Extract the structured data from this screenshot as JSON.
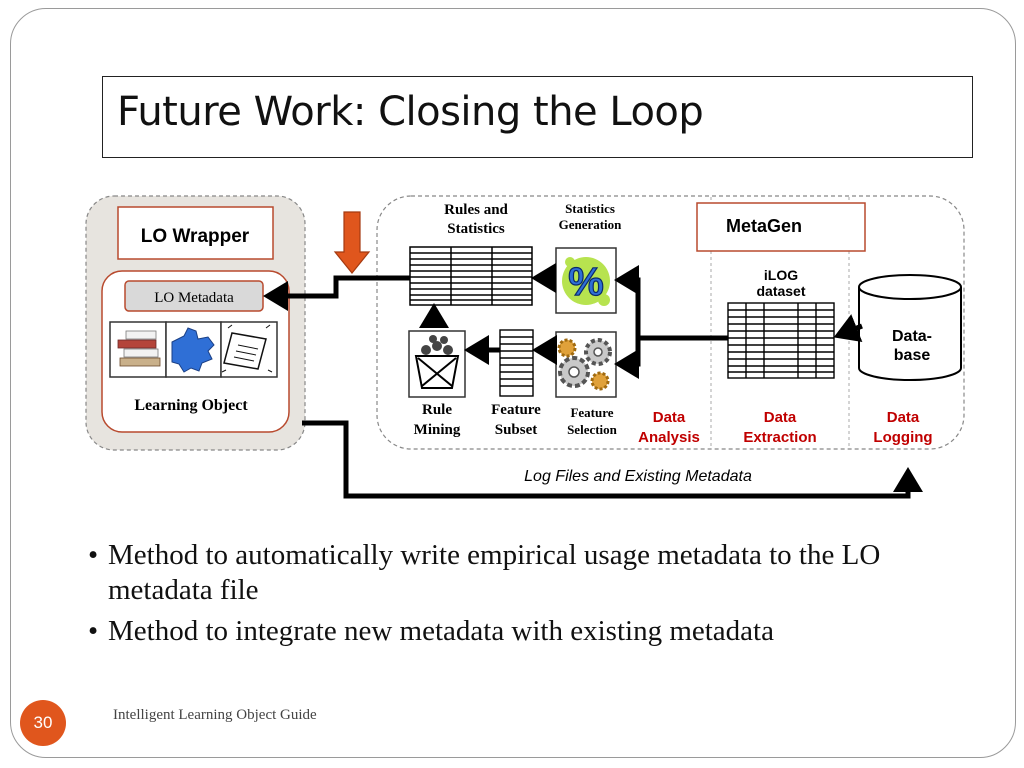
{
  "slide": {
    "title": "Future Work: Closing the Loop",
    "page_number": "30",
    "footer": "Intelligent Learning Object Guide",
    "bullets": [
      "Method to automatically write empirical usage metadata to the LO metadata file",
      "Method to integrate new metadata with existing metadata"
    ]
  },
  "diagram": {
    "lo_wrapper": "LO Wrapper",
    "lo_metadata": "LO Metadata",
    "learning_object": "Learning Object",
    "rules_stats": [
      "Rules and",
      "Statistics"
    ],
    "stats_generation": [
      "Statistics",
      "Generation"
    ],
    "metagen": "MetaGen",
    "ilog_dataset": [
      "iLOG",
      "dataset"
    ],
    "database": [
      "Data-",
      "base"
    ],
    "rule_mining": [
      "Rule",
      "Mining"
    ],
    "feature_subset": [
      "Feature",
      "Subset"
    ],
    "feature_selection": [
      "Feature",
      "Selection"
    ],
    "percent_symbol": "%",
    "data_analysis": [
      "Data",
      "Analysis"
    ],
    "data_extraction": [
      "Data",
      "Extraction"
    ],
    "data_logging": [
      "Data",
      "Logging"
    ],
    "log_files_caption": "Log Files and Existing Metadata",
    "accent_color": "#c00000",
    "orange_arrow_color": "#e0561d"
  }
}
